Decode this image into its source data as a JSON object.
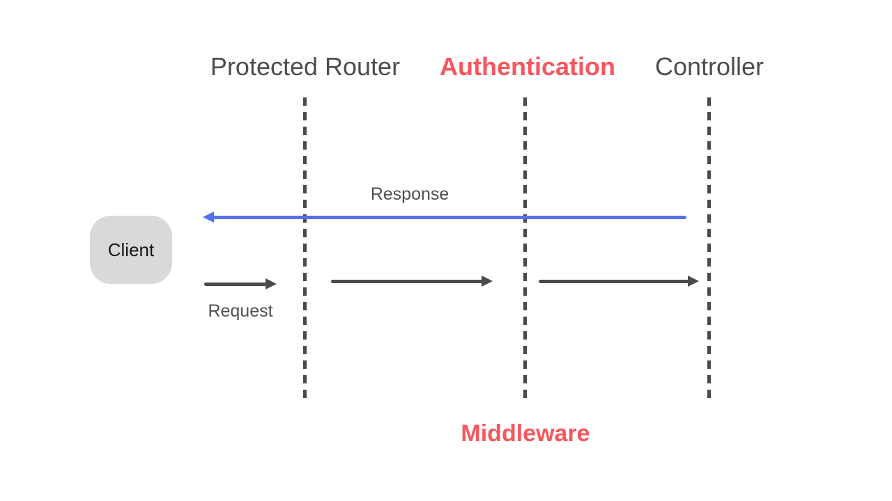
{
  "diagram": {
    "columns": [
      {
        "label": "Protected Router",
        "emphasized": false
      },
      {
        "label": "Authentication",
        "emphasized": true
      },
      {
        "label": "Controller",
        "emphasized": false
      }
    ],
    "client_label": "Client",
    "response_label": "Response",
    "request_label": "Request",
    "bottom_label": "Middleware",
    "colors": {
      "background": "#FFFFFF",
      "accent_red": "#F8565E",
      "arrow_blue": "#5571EF",
      "line_dark": "#4A4A4A",
      "text_dark": "#4D4D4D",
      "label_gray": "#4F4F4F",
      "client_fill": "#D9D9D9"
    }
  }
}
